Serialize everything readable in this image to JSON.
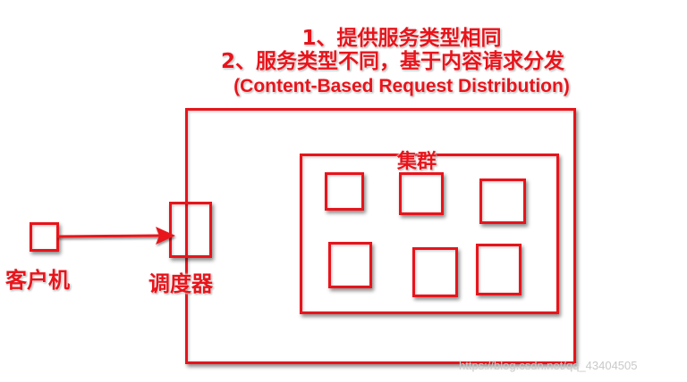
{
  "captions": {
    "line1": "1、提供服务类型相同",
    "line2": "2、服务类型不同，基于内容请求分发",
    "line3": "(Content-Based Request Distribution)"
  },
  "labels": {
    "client": "客户机",
    "scheduler": "调度器",
    "cluster": "集群"
  },
  "watermark": "https://blog.csdn.net/qq_43404505",
  "colors": {
    "accent": "#e8141b",
    "background": "#ffffff"
  }
}
